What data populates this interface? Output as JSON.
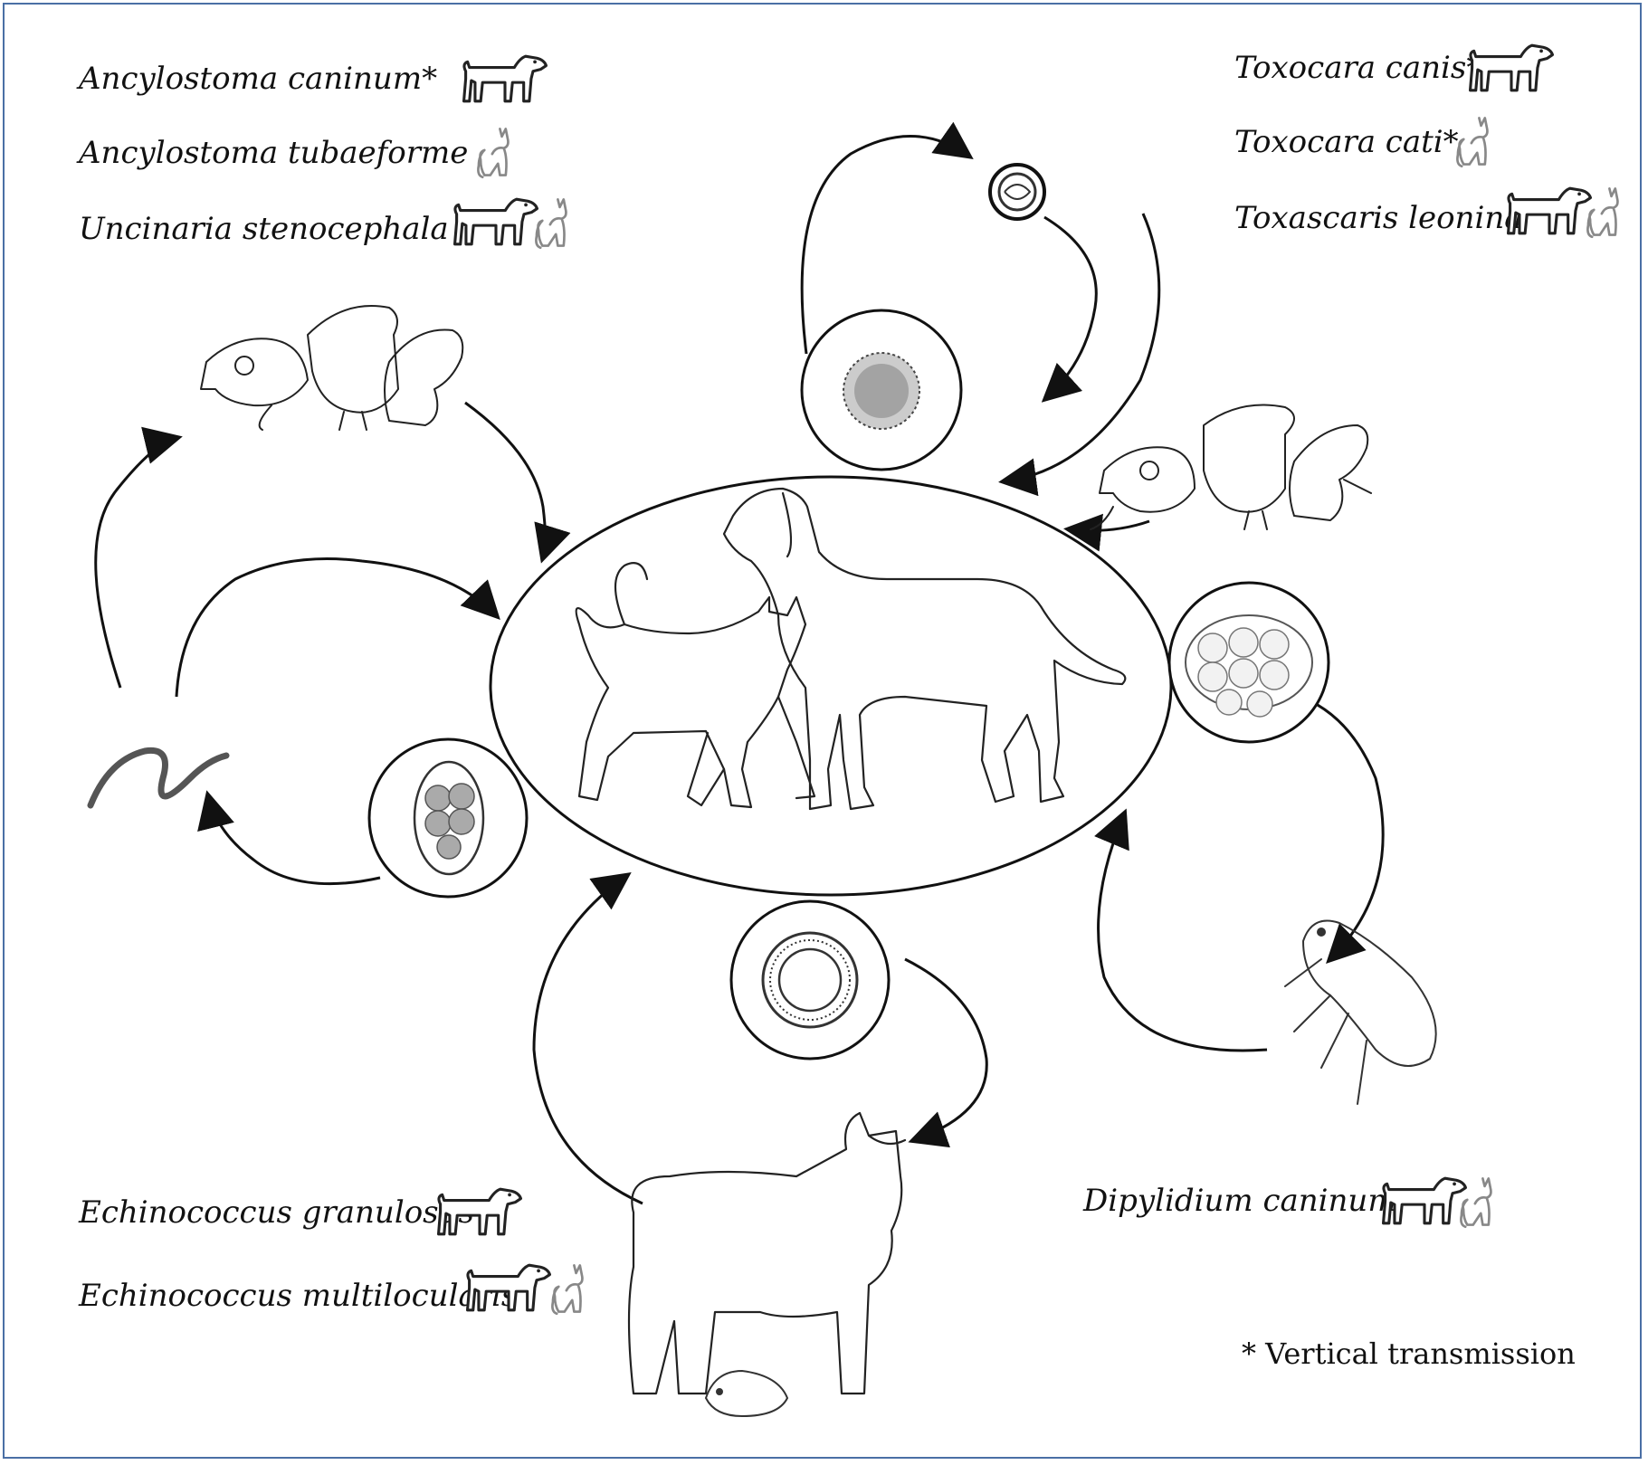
{
  "groups": {
    "hookworms": {
      "species": [
        {
          "name": "Ancylostoma caninum*",
          "hosts": [
            "dog-icon"
          ]
        },
        {
          "name": "Ancylostoma tubaeforme",
          "hosts": [
            "cat-icon"
          ]
        },
        {
          "name": "Uncinaria stenocephala",
          "hosts": [
            "dog-icon",
            "cat-icon"
          ]
        }
      ]
    },
    "roundworms": {
      "species": [
        {
          "name": "Toxocara canis*",
          "hosts": [
            "dog-icon"
          ]
        },
        {
          "name": "Toxocara cati*",
          "hosts": [
            "cat-icon"
          ]
        },
        {
          "name": "Toxascaris leonina",
          "hosts": [
            "dog-icon",
            "cat-icon"
          ]
        }
      ]
    },
    "echinococcus": {
      "species": [
        {
          "name": "Echinococcus granulosus",
          "hosts": [
            "dog-icon"
          ]
        },
        {
          "name": "Echinococcus multilocularis",
          "hosts": [
            "dog-icon",
            "cat-icon"
          ]
        }
      ]
    },
    "dipylidium": {
      "species": [
        {
          "name": "Dipylidium caninum",
          "hosts": [
            "dog-icon",
            "cat-icon"
          ]
        }
      ]
    }
  },
  "footnote": "* Vertical transmission",
  "colors": {
    "frame": "#4a6fa5",
    "line": "#111111",
    "egg_fill": "#888888"
  }
}
